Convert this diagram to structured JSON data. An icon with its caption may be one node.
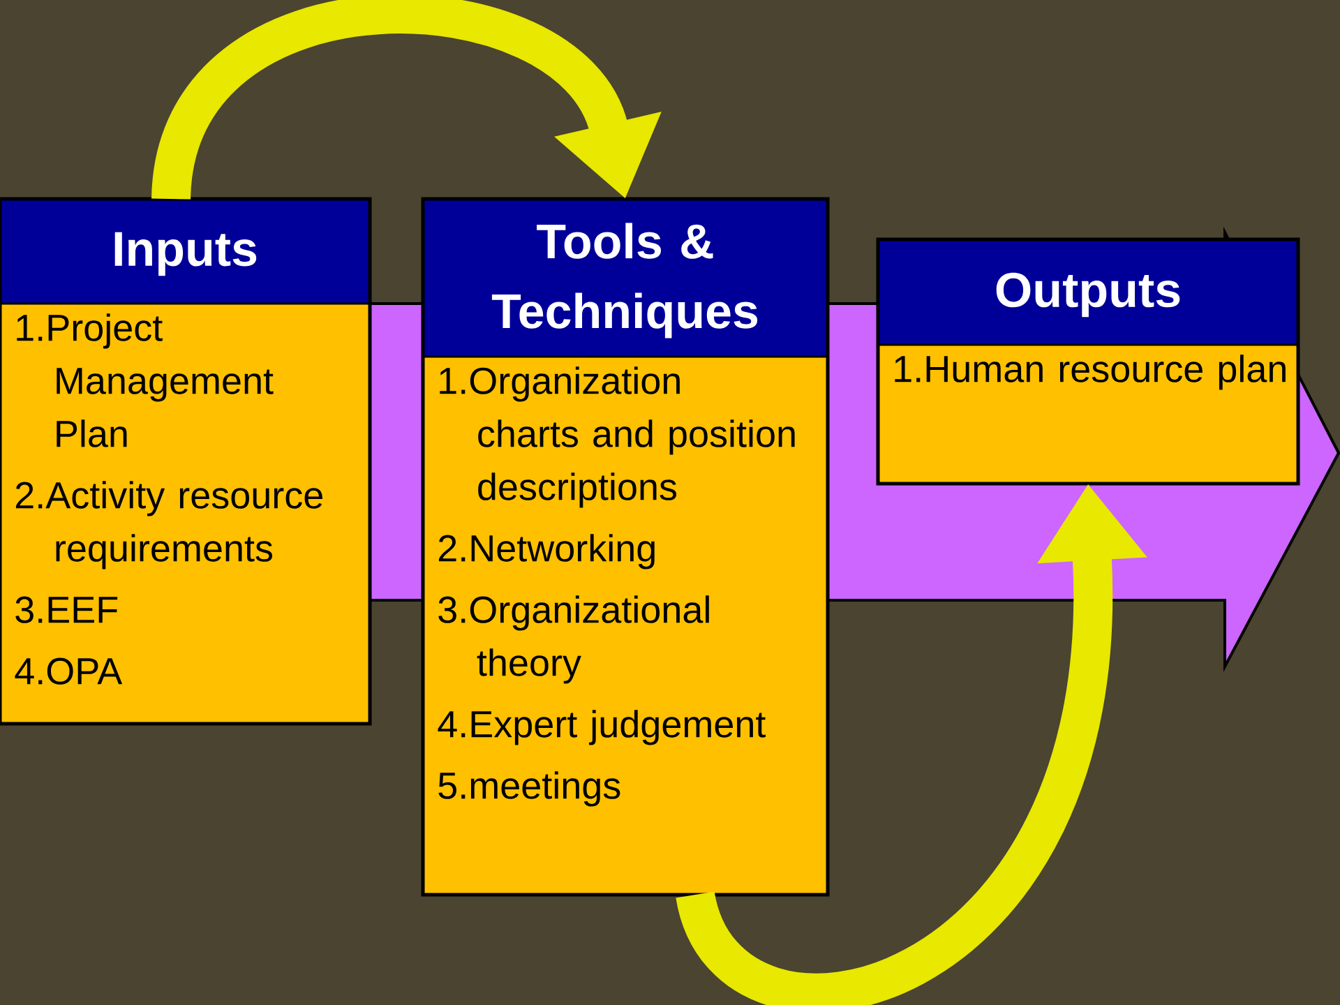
{
  "diagram": {
    "nodes": [
      {
        "text": [
          "Inputs",
          "1.Project Management Plan",
          "2.Activity resource requirements",
          "3.EEF",
          "4.OPA"
        ]
      },
      {
        "text": [
          "Tools & Techniques",
          "1.Organization charts and position descriptions",
          "2.Networking",
          "3.Organizational theory",
          "4.Expert judgement",
          "5.meetings"
        ]
      },
      {
        "text": [
          "Outputs",
          "1.Human resource plan"
        ]
      }
    ],
    "edges": [
      {
        "from": 0,
        "to": 1,
        "arrow": "to"
      },
      {
        "from": 1,
        "to": 2,
        "arrow": "to"
      }
    ]
  }
}
